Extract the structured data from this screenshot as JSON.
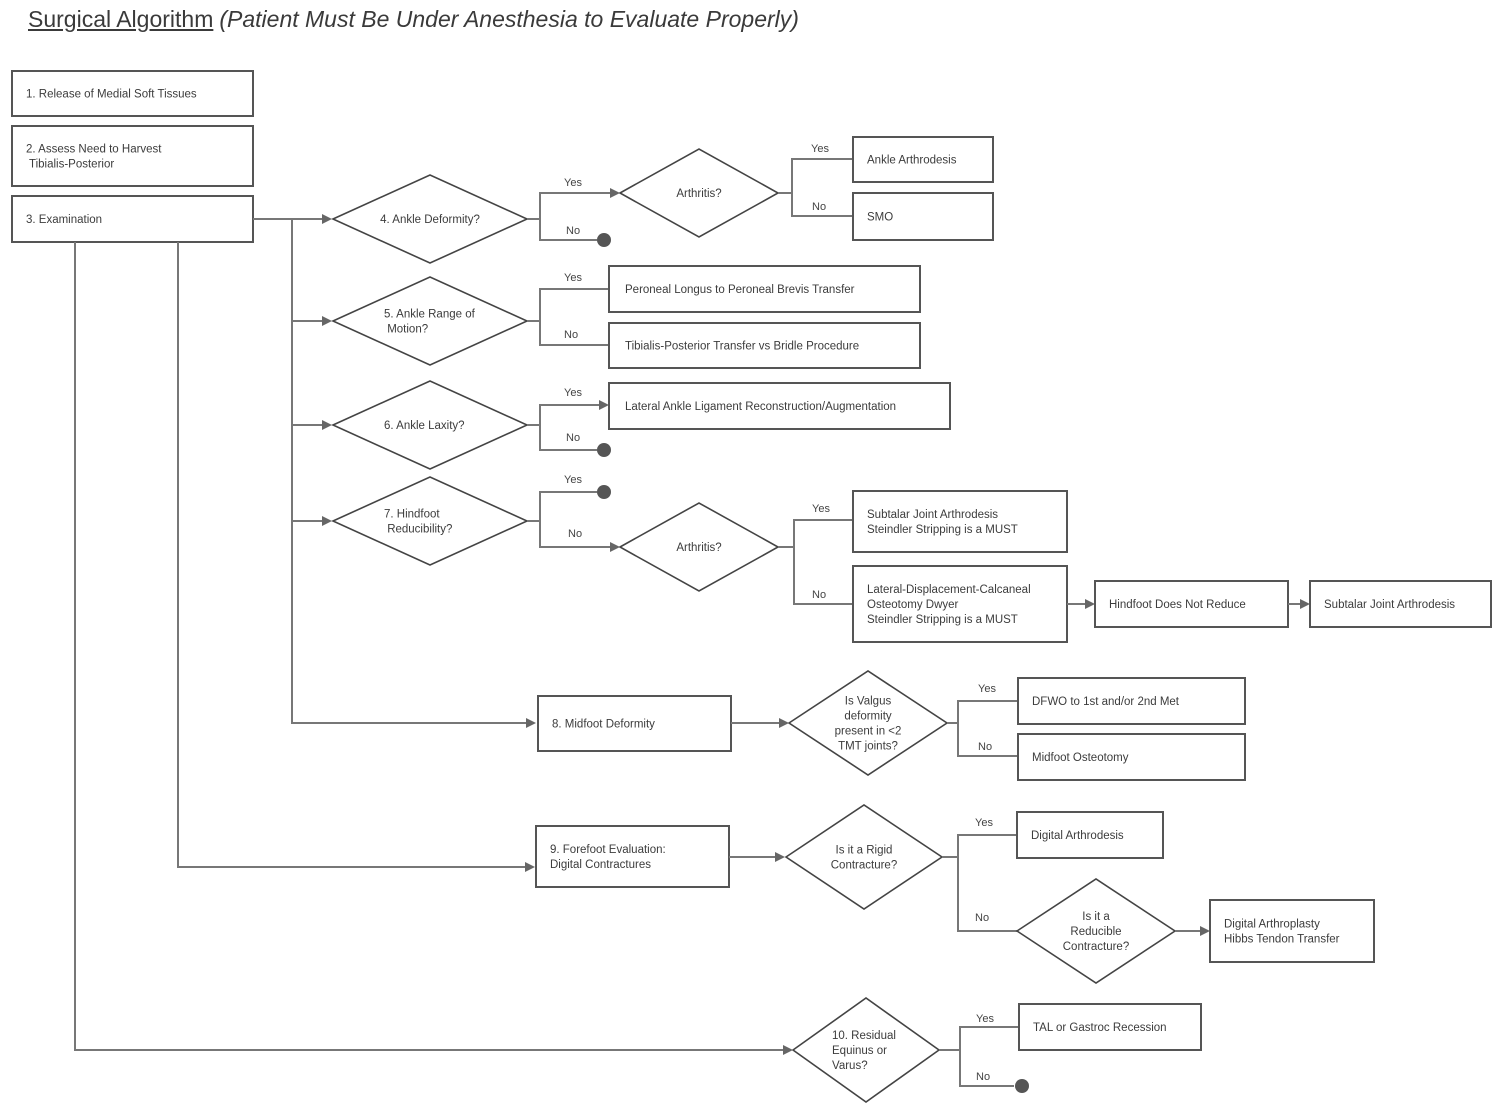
{
  "title": {
    "main": "Surgical Algorithm",
    "subtitle": "(Patient Must Be Under Anesthesia to Evaluate Properly)"
  },
  "steps": {
    "s1": [
      "1.  Release of Medial Soft Tissues"
    ],
    "s2": [
      "2.  Assess Need to Harvest",
      "     Tibialis-Posterior"
    ],
    "s3": [
      "3.  Examination"
    ]
  },
  "decisions": {
    "d4": [
      "4. Ankle  Deformity?"
    ],
    "d4a": [
      "Arthritis?"
    ],
    "d5": [
      "5.  Ankle Range of",
      "     Motion?"
    ],
    "d6": [
      "6.  Ankle Laxity?"
    ],
    "d7": [
      "7.  Hindfoot",
      "     Reducibility?"
    ],
    "d7a": [
      "Arthritis?"
    ],
    "d8": [
      "Is Valgus",
      "deformity",
      "present in <2",
      "TMT joints?"
    ],
    "d9": [
      "Is it a Rigid",
      "Contracture?"
    ],
    "d9a": [
      "Is it a",
      "Reducible",
      "Contracture?"
    ],
    "d10": [
      "10. Residual",
      "Equinus or",
      "Varus?"
    ]
  },
  "outcomes": {
    "ankle_arthrodesis": [
      "Ankle Arthrodesis"
    ],
    "smo": [
      "SMO"
    ],
    "peroneal": [
      "Peroneal Longus to Peroneal Brevis Transfer"
    ],
    "tib_post": [
      "Tibialis-Posterior Transfer vs Bridle Procedure"
    ],
    "lateral_ankle": [
      "Lateral Ankle Ligament Reconstruction/Augmentation"
    ],
    "subtalar_must": [
      "Subtalar Joint Arthrodesis",
      "Steindler Stripping is a MUST"
    ],
    "ldco": [
      "Lateral-Displacement-Calcaneal",
      "Osteotomy Dwyer",
      "Steindler Stripping is a MUST"
    ],
    "hindfoot_not_reduce": [
      "Hindfoot Does Not Reduce"
    ],
    "subtalar": [
      "Subtalar Joint Arthrodesis"
    ],
    "midfoot_deformity": [
      "8.  Midfoot Deformity"
    ],
    "dfwo": [
      "DFWO to 1st and/or 2nd Met"
    ],
    "midfoot_osteotomy": [
      "Midfoot Osteotomy"
    ],
    "forefoot": [
      "9. Forefoot Evaluation:",
      "Digital Contractures"
    ],
    "digital_arthrodesis": [
      "Digital Arthrodesis"
    ],
    "digital_arthroplasty": [
      "Digital Arthroplasty",
      "Hibbs Tendon Transfer"
    ],
    "tal": [
      "TAL or Gastroc Recession"
    ]
  },
  "branch_labels": {
    "yes": "Yes",
    "no": "No"
  }
}
